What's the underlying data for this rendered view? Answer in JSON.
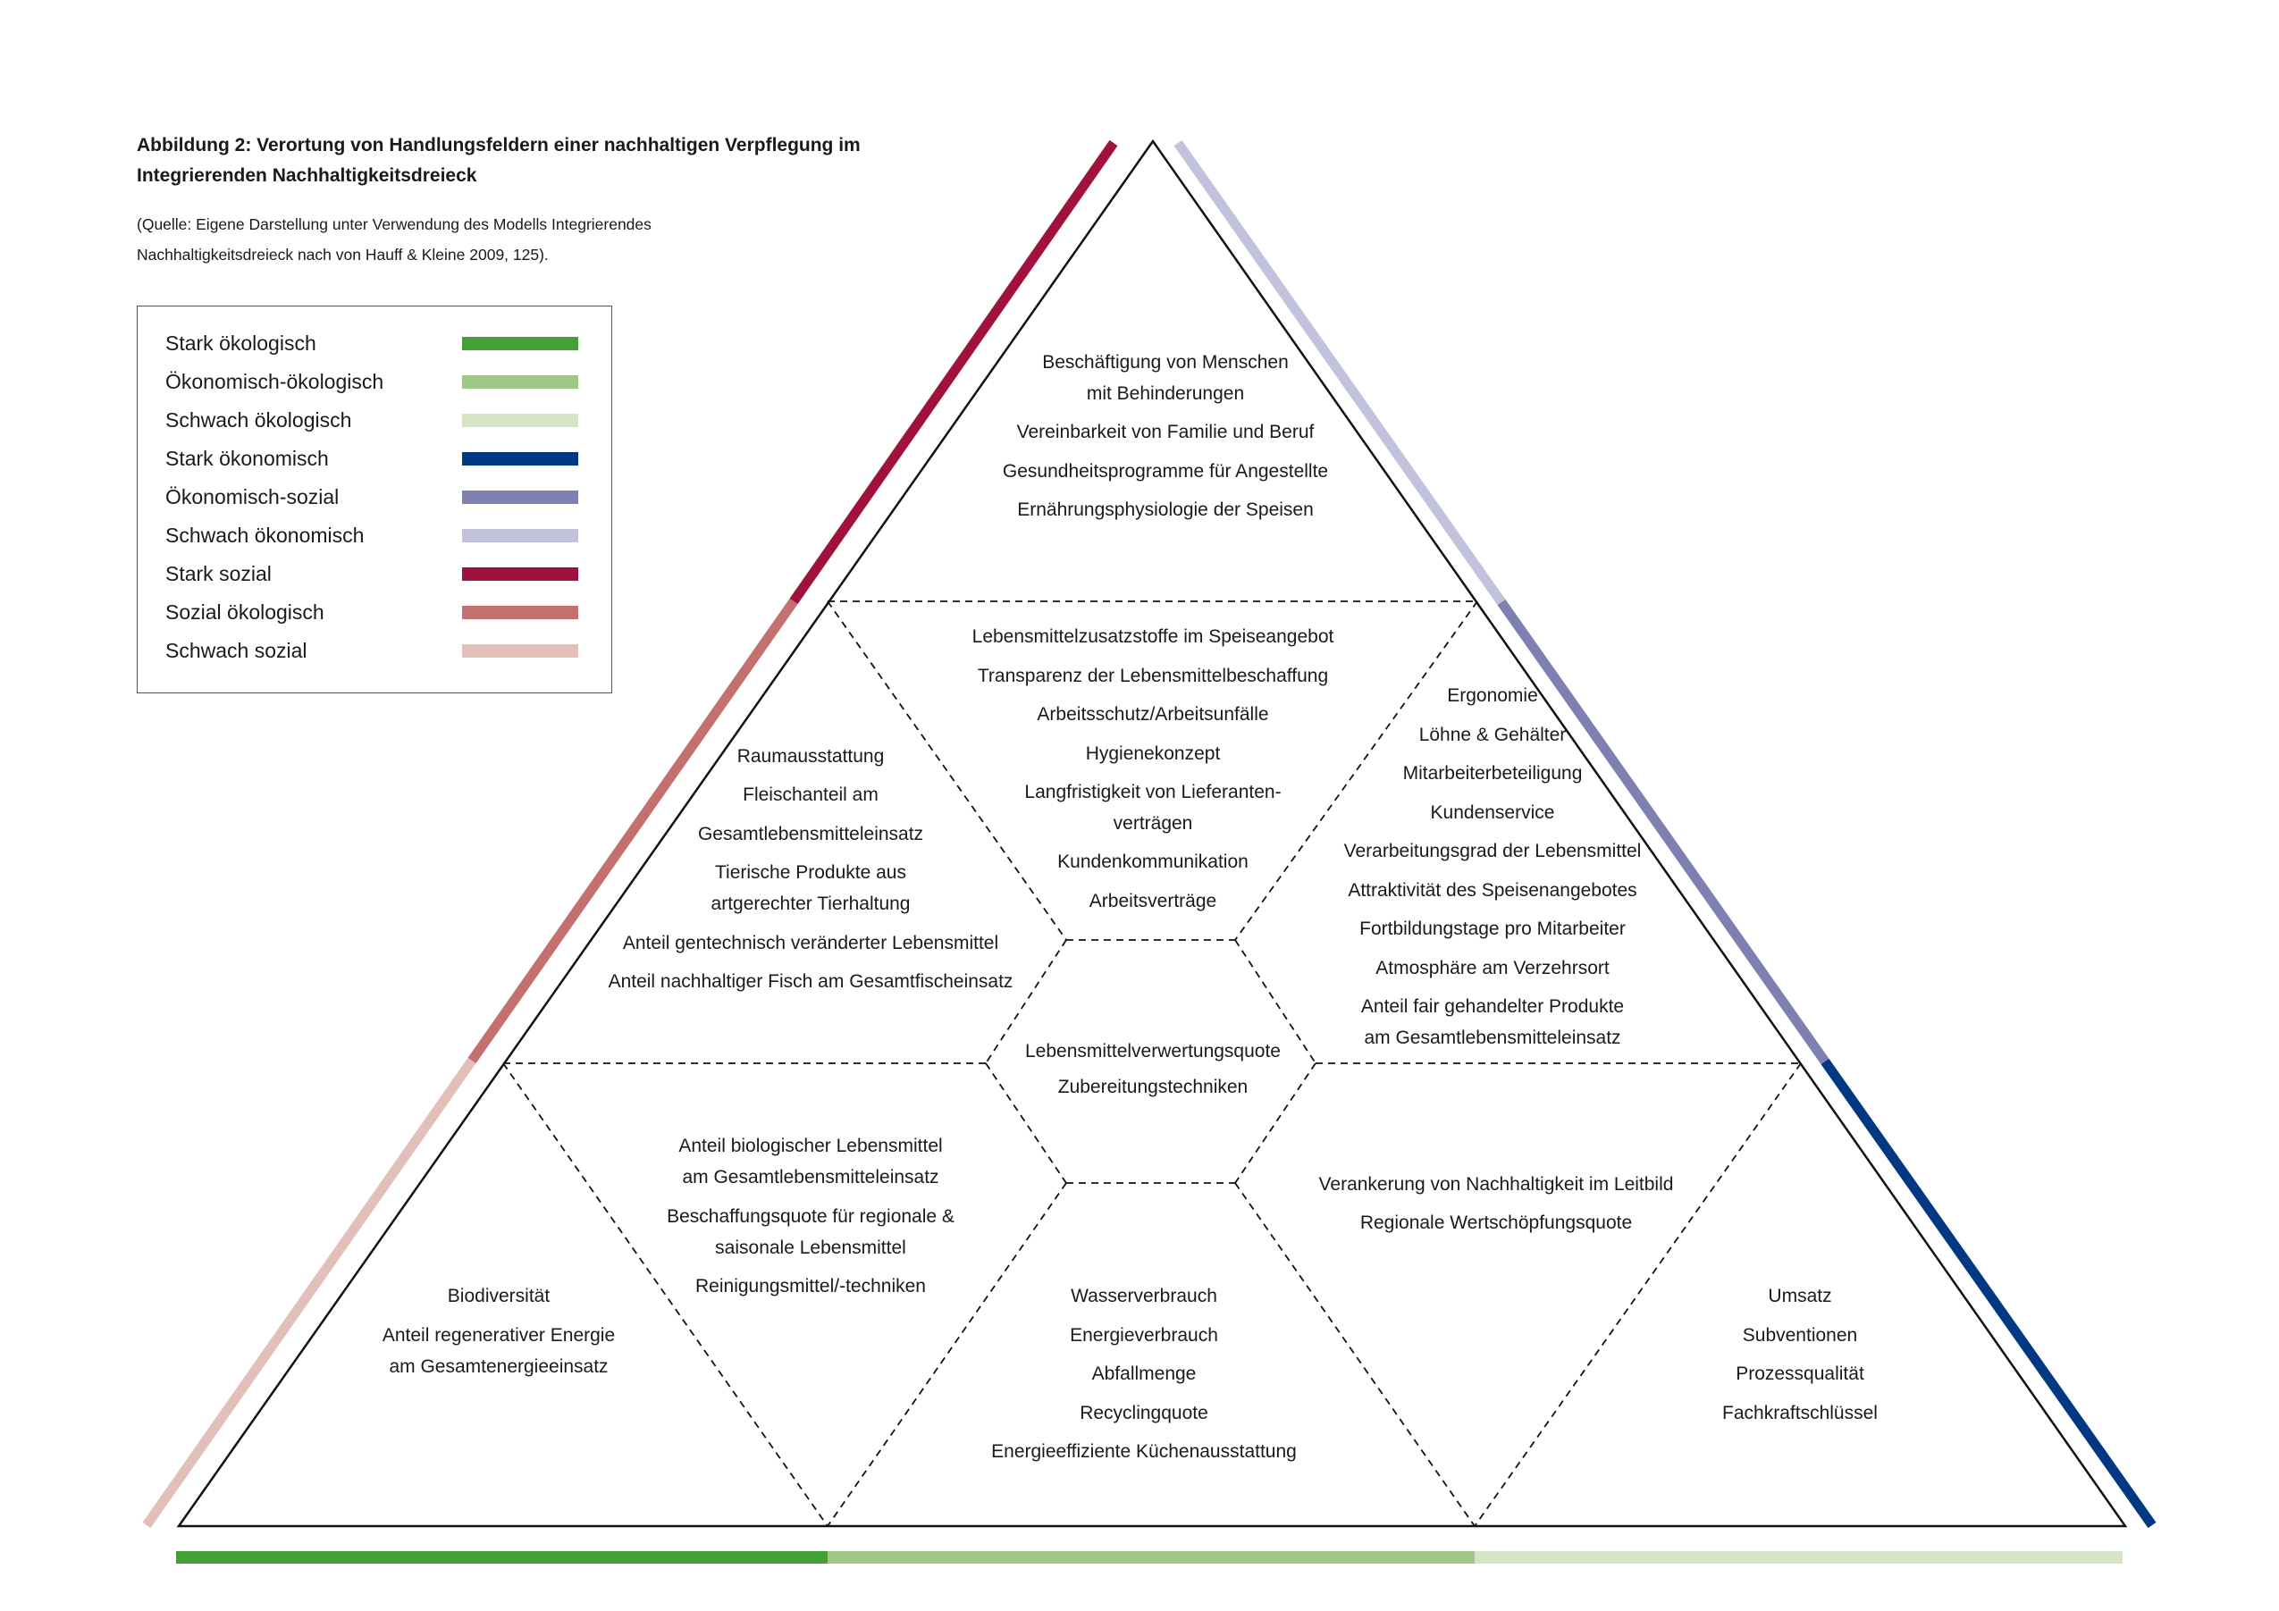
{
  "title": {
    "line1": "Abbildung 2: Verortung von Handlungsfeldern einer nachhaltigen Verpflegung im",
    "line2": "Integrierenden Nachhaltigkeitsdreieck"
  },
  "source": {
    "line1": "(Quelle: Eigene Darstellung unter Verwendung des Modells Integrierendes",
    "line2": "Nachhaltigkeitsdreieck nach von Hauff & Kleine 2009, 125)."
  },
  "colors": {
    "stark_oekologisch": "#43a034",
    "oekonomisch_oekologisch": "#a1c786",
    "schwach_oekologisch": "#d4e5c6",
    "stark_oekonomisch": "#003882",
    "oekonomisch_sozial": "#7f80b2",
    "schwach_oekonomisch": "#c2c2dc",
    "stark_sozial": "#a0123c",
    "sozial_oekologisch": "#c3706e",
    "schwach_sozial": "#e3bfb9"
  },
  "legend": [
    {
      "label": "Stark ökologisch",
      "color": "#43a034"
    },
    {
      "label": "Ökonomisch-ökologisch",
      "color": "#a1c786"
    },
    {
      "label": "Schwach ökologisch",
      "color": "#d4e5c6"
    },
    {
      "label": "Stark ökonomisch",
      "color": "#003882"
    },
    {
      "label": "Ökonomisch-sozial",
      "color": "#7f80b2"
    },
    {
      "label": "Schwach ökonomisch",
      "color": "#c2c2dc"
    },
    {
      "label": "Stark sozial",
      "color": "#a0123c"
    },
    {
      "label": "Sozial ökologisch",
      "color": "#c3706e"
    },
    {
      "label": "Schwach sozial",
      "color": "#e3bfb9"
    }
  ],
  "fields": {
    "top": [
      "Beschäftigung von Menschen",
      "mit Behinderungen",
      "Vereinbarkeit von Familie und Beruf",
      "Gesundheitsprogramme für Angestellte",
      "Ernährungsphysiologie der Speisen"
    ],
    "center_upper": [
      "Lebensmittelzusatzstoffe im Speiseangebot",
      "Transparenz der Lebensmittelbeschaffung",
      "Arbeitsschutz/Arbeitsunfälle",
      "Hygienekonzept",
      "Langfristigkeit von Lieferanten-",
      "verträgen",
      "Kundenkommunikation",
      "Arbeitsverträge"
    ],
    "left_upper": [
      "Raumausstattung",
      "Fleischanteil am",
      "Gesamtlebensmitteleinsatz",
      "Tierische Produkte aus",
      "artgerechter Tierhaltung",
      "Anteil gentechnisch veränderter Lebensmittel",
      "Anteil nachhaltiger Fisch am Gesamtfischeinsatz"
    ],
    "right_upper": [
      "Ergonomie",
      "Löhne & Gehälter",
      "Mitarbeiterbeteiligung",
      "Kundenservice",
      "Verarbeitungsgrad der Lebensmittel",
      "Attraktivität des Speisenangebotes",
      "Fortbildungstage pro Mitarbeiter",
      "Atmosphäre am Verzehrsort",
      "Anteil fair gehandelter Produkte",
      "am Gesamtlebensmitteleinsatz"
    ],
    "center": [
      "Lebensmittelverwertungsquote",
      "Zubereitungstechniken"
    ],
    "left_lower": [
      "Anteil biologischer Lebensmittel",
      "am Gesamtlebensmitteleinsatz",
      "Beschaffungsquote für regionale &",
      "saisonale Lebensmittel",
      "Reinigungsmittel/-techniken"
    ],
    "right_lower": [
      "Verankerung von Nachhaltigkeit im Leitbild",
      "Regionale Wertschöpfungsquote"
    ],
    "bottom_left": [
      "Biodiversität",
      "Anteil regenerativer Energie",
      "am Gesamtenergieeinsatz"
    ],
    "bottom_center": [
      "Wasserverbrauch",
      "Energieverbrauch",
      "Abfallmenge",
      "Recyclingquote",
      "Energieeffiziente Küchenausstattung"
    ],
    "bottom_right": [
      "Umsatz",
      "Subventionen",
      "Prozessqualität",
      "Fachkraftschlüssel"
    ]
  }
}
